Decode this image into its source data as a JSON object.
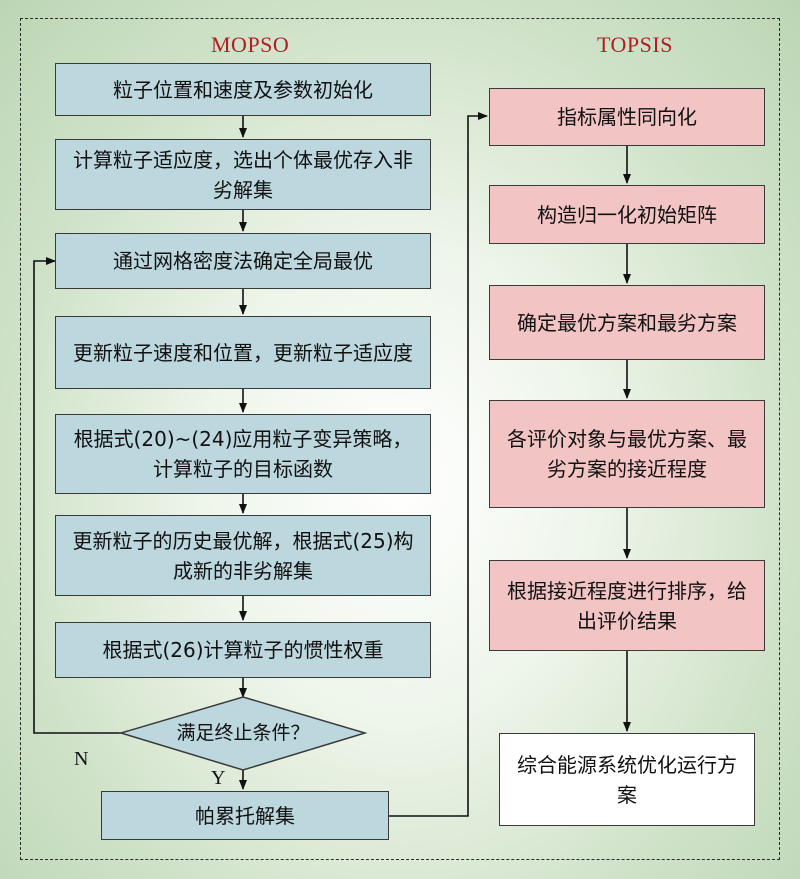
{
  "titles": {
    "left": "MOPSO",
    "right": "TOPSIS"
  },
  "mopso_steps": [
    "粒子位置和速度及参数初始化",
    "计算粒子适应度，选出个体最优存入非劣解集",
    "通过网格密度法确定全局最优",
    "更新粒子速度和位置，更新粒子适应度",
    "根据式(20)~(24)应用粒子变异策略，计算粒子的目标函数",
    "更新粒子的历史最优解，根据式(25)构成新的非劣解集",
    "根据式(26)计算粒子的惯性权重"
  ],
  "decision": "满足终止条件？",
  "branch_no": "N",
  "branch_yes": "Y",
  "pareto_box": "帕累托解集",
  "topsis_steps": [
    "指标属性同向化",
    "构造归一化初始矩阵",
    "确定最优方案和最劣方案",
    "各评价对象与最优方案、最劣方案的接近程度",
    "根据接近程度进行排序，给出评价结果"
  ],
  "result_box": "综合能源系统优化运行方案",
  "colors": {
    "mopso_fill": "#bcd7de",
    "topsis_fill": "#f2c4c4",
    "title_color": "#b01f24"
  }
}
